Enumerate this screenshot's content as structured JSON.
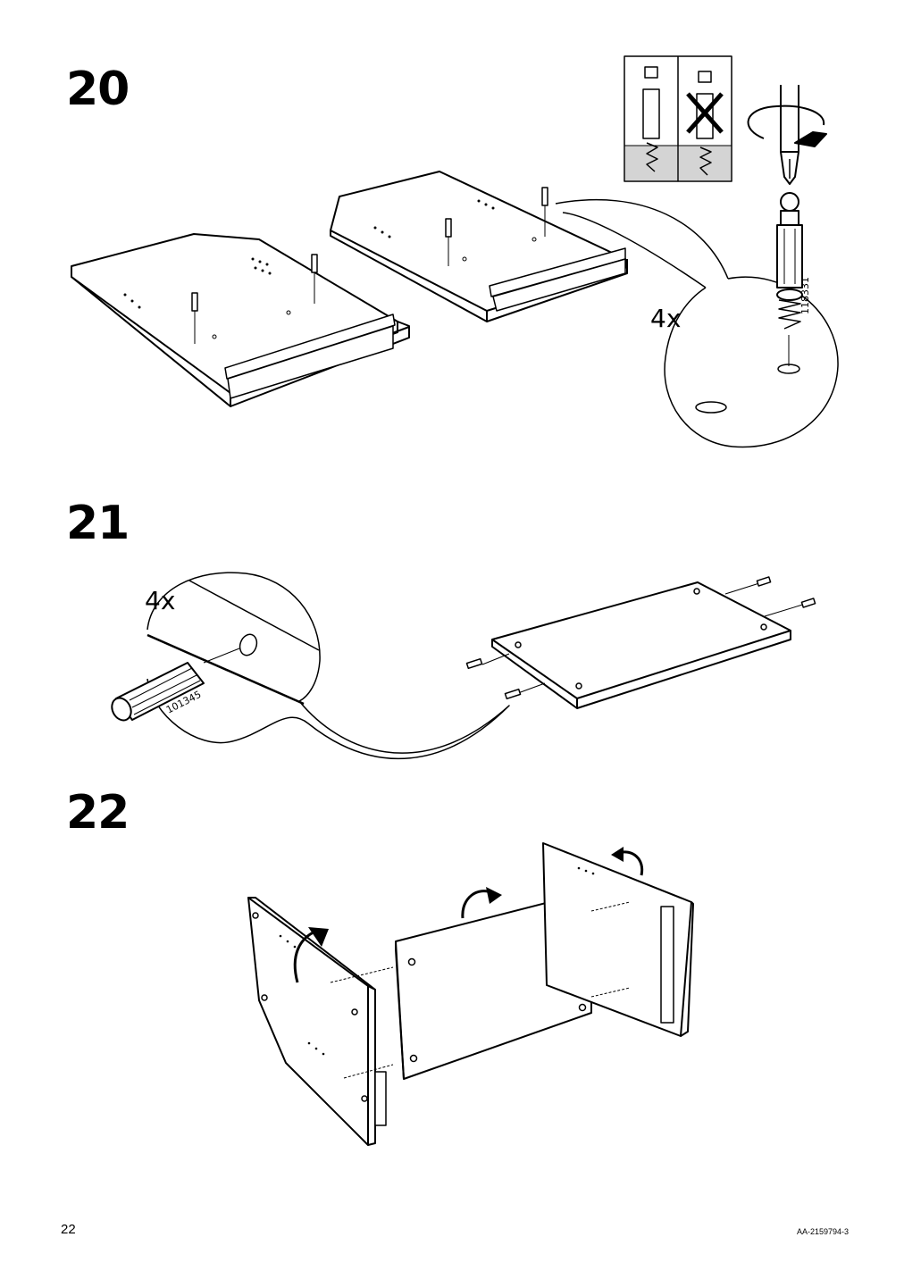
{
  "steps": [
    {
      "number": "20",
      "quantity": "4x",
      "part_number": "118331"
    },
    {
      "number": "21",
      "quantity": "4x",
      "part_number": "101345"
    },
    {
      "number": "22"
    }
  ],
  "footer": {
    "page_number": "22",
    "doc_code": "AA-2159794-3"
  }
}
